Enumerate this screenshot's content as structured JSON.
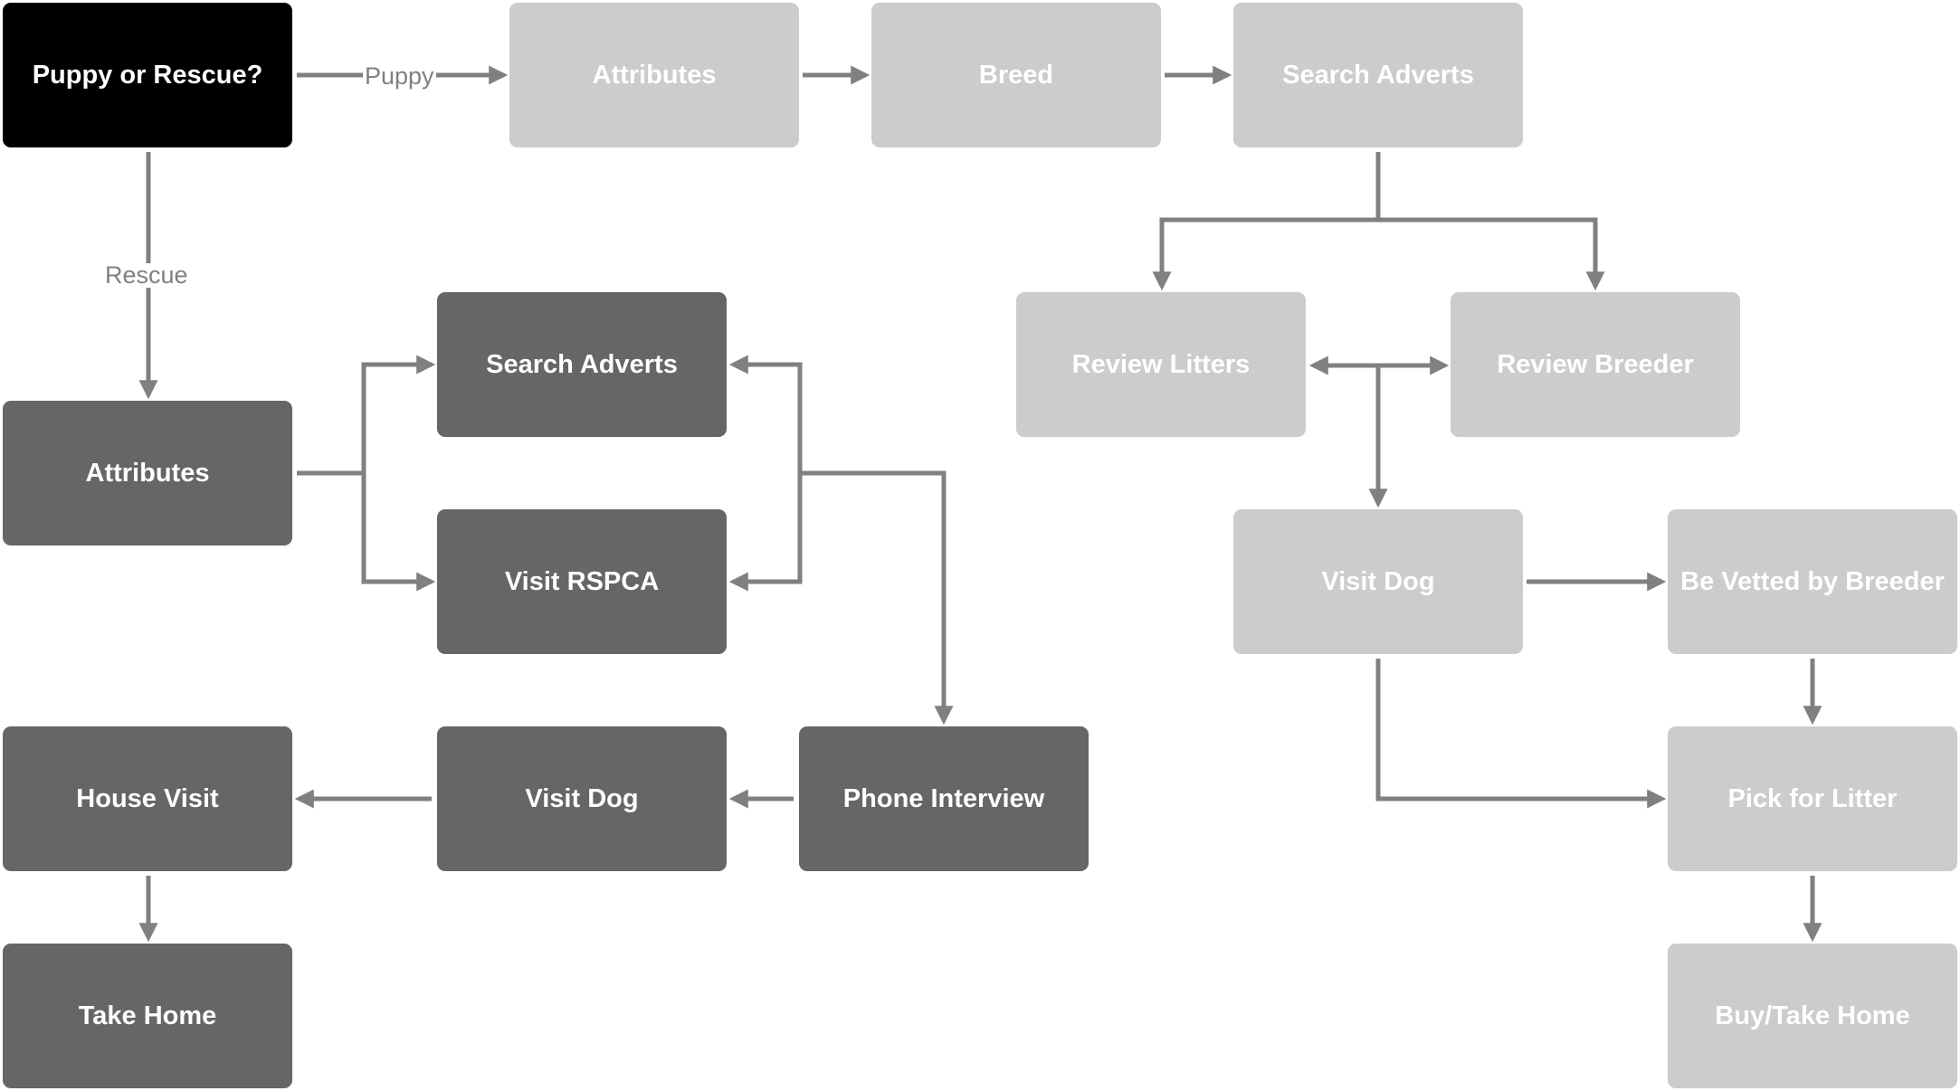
{
  "colors": {
    "root": "#000000",
    "rescue_path": "#666666",
    "puppy_path": "#cccccc",
    "connector": "#808080",
    "node_text": "#ffffff"
  },
  "decision": {
    "label": "Puppy or Rescue?"
  },
  "edge_labels": {
    "puppy": "Puppy",
    "rescue": "Rescue"
  },
  "puppy_path": {
    "attributes": "Attributes",
    "breed": "Breed",
    "search_adverts": "Search Adverts",
    "review_litters": "Review Litters",
    "review_breeder": "Review Breeder",
    "visit_dog": "Visit Dog",
    "be_vetted": "Be Vetted by Breeder",
    "pick_for_litter": "Pick for Litter",
    "buy_take_home": "Buy/Take Home"
  },
  "rescue_path": {
    "attributes": "Attributes",
    "search_adverts": "Search Adverts",
    "visit_rspca": "Visit RSPCA",
    "phone_interview": "Phone Interview",
    "visit_dog": "Visit Dog",
    "house_visit": "House Visit",
    "take_home": "Take Home"
  }
}
